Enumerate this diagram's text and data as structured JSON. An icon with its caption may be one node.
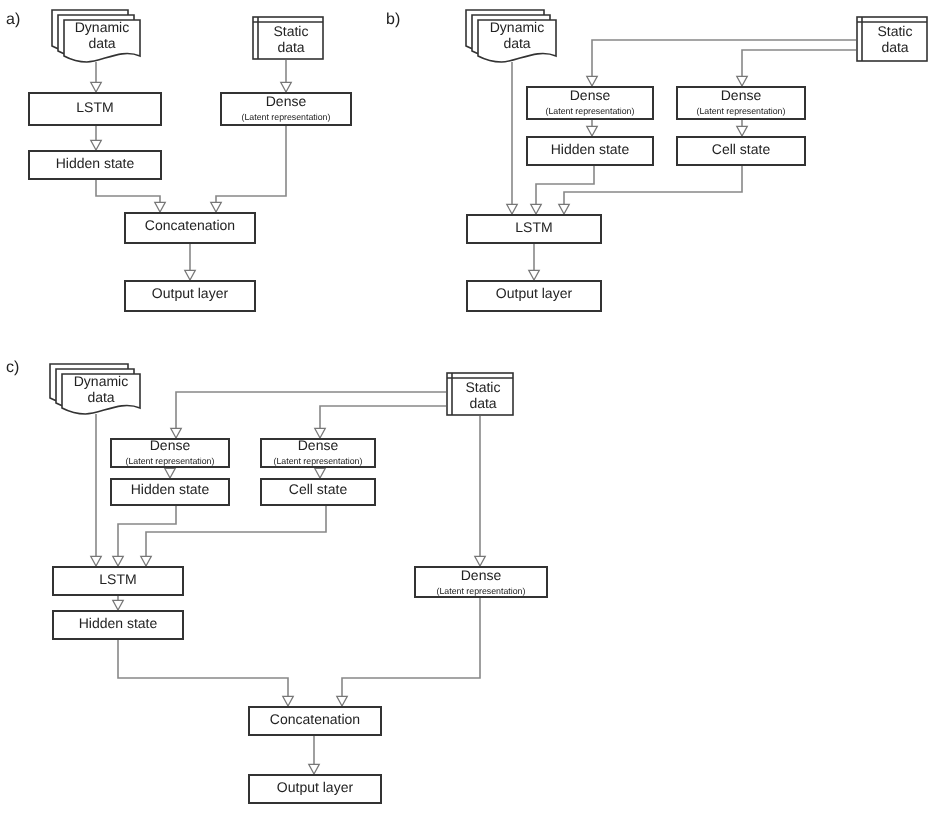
{
  "diagram": {
    "nodes": [
      {
        "text": [
          "Dynamic data"
        ]
      },
      {
        "text": [
          "Static data"
        ]
      },
      {
        "text": [
          "LSTM"
        ]
      },
      {
        "text": [
          "Dense",
          "(Latent representation)"
        ]
      },
      {
        "text": [
          "Hidden state"
        ]
      },
      {
        "text": [
          "Concatenation"
        ]
      },
      {
        "text": [
          "Output layer"
        ]
      },
      {
        "text": [
          "Dynamic data"
        ]
      },
      {
        "text": [
          "Static data"
        ]
      },
      {
        "text": [
          "Dense",
          "(Latent representation)"
        ]
      },
      {
        "text": [
          "Dense",
          "(Latent representation)"
        ]
      },
      {
        "text": [
          "Hidden state"
        ]
      },
      {
        "text": [
          "Cell state"
        ]
      },
      {
        "text": [
          "LSTM"
        ]
      },
      {
        "text": [
          "Output layer"
        ]
      },
      {
        "text": [
          "Dynamic data"
        ]
      },
      {
        "text": [
          "Static data"
        ]
      },
      {
        "text": [
          "Dense",
          "(Latent representation)"
        ]
      },
      {
        "text": [
          "Dense",
          "(Latent representation)"
        ]
      },
      {
        "text": [
          "Hidden state"
        ]
      },
      {
        "text": [
          "Cell state"
        ]
      },
      {
        "text": [
          "LSTM"
        ]
      },
      {
        "text": [
          "Dense",
          "(Latent representation)"
        ]
      },
      {
        "text": [
          "Hidden state"
        ]
      },
      {
        "text": [
          "Concatenation"
        ]
      },
      {
        "text": [
          "Output layer"
        ]
      }
    ],
    "edges": [
      {
        "from": 0,
        "to": 2,
        "arrow": "to"
      },
      {
        "from": 2,
        "to": 4,
        "arrow": "to"
      },
      {
        "from": 1,
        "to": 3,
        "arrow": "to"
      },
      {
        "from": 4,
        "to": 5,
        "arrow": "to"
      },
      {
        "from": 3,
        "to": 5,
        "arrow": "to"
      },
      {
        "from": 5,
        "to": 6,
        "arrow": "to"
      },
      {
        "from": 8,
        "to": 9,
        "arrow": "to"
      },
      {
        "from": 8,
        "to": 10,
        "arrow": "to"
      },
      {
        "from": 9,
        "to": 11,
        "arrow": "to"
      },
      {
        "from": 10,
        "to": 12,
        "arrow": "to"
      },
      {
        "from": 7,
        "to": 13,
        "arrow": "to"
      },
      {
        "from": 11,
        "to": 13,
        "arrow": "to"
      },
      {
        "from": 12,
        "to": 13,
        "arrow": "to"
      },
      {
        "from": 13,
        "to": 14,
        "arrow": "to"
      },
      {
        "from": 16,
        "to": 17,
        "arrow": "to"
      },
      {
        "from": 16,
        "to": 18,
        "arrow": "to"
      },
      {
        "from": 17,
        "to": 19,
        "arrow": "to"
      },
      {
        "from": 18,
        "to": 20,
        "arrow": "to"
      },
      {
        "from": 15,
        "to": 21,
        "arrow": "to"
      },
      {
        "from": 19,
        "to": 21,
        "arrow": "to"
      },
      {
        "from": 20,
        "to": 21,
        "arrow": "to"
      },
      {
        "from": 16,
        "to": 22,
        "arrow": "to"
      },
      {
        "from": 21,
        "to": 23,
        "arrow": "to"
      },
      {
        "from": 23,
        "to": 24,
        "arrow": "to"
      },
      {
        "from": 22,
        "to": 24,
        "arrow": "to"
      },
      {
        "from": 24,
        "to": 25,
        "arrow": "to"
      }
    ],
    "labels": [
      "a)",
      "b)",
      "c)"
    ]
  }
}
